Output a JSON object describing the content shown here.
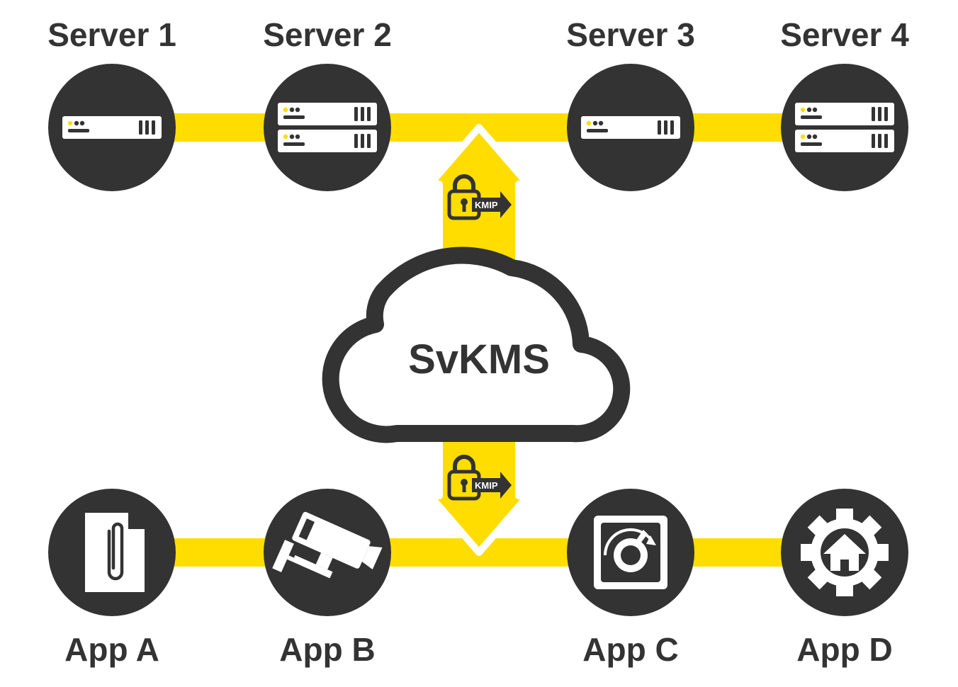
{
  "servers": [
    {
      "label": "Server 1",
      "icon": "server-single-icon"
    },
    {
      "label": "Server 2",
      "icon": "server-double-icon"
    },
    {
      "label": "Server 3",
      "icon": "server-single-icon"
    },
    {
      "label": "Server 4",
      "icon": "server-double-icon"
    }
  ],
  "apps": [
    {
      "label": "App A",
      "icon": "document-paperclip-icon"
    },
    {
      "label": "App B",
      "icon": "security-camera-icon"
    },
    {
      "label": "App C",
      "icon": "storage-disk-icon"
    },
    {
      "label": "App D",
      "icon": "gear-home-icon"
    }
  ],
  "cloud": {
    "label": "SvKMS",
    "icon": "cloud-icon"
  },
  "protocol": {
    "label": "KMIP",
    "icon": "padlock-icon"
  },
  "colors": {
    "accent": "#FFDD00",
    "dark": "#333333",
    "background": "#FFFFFF"
  }
}
